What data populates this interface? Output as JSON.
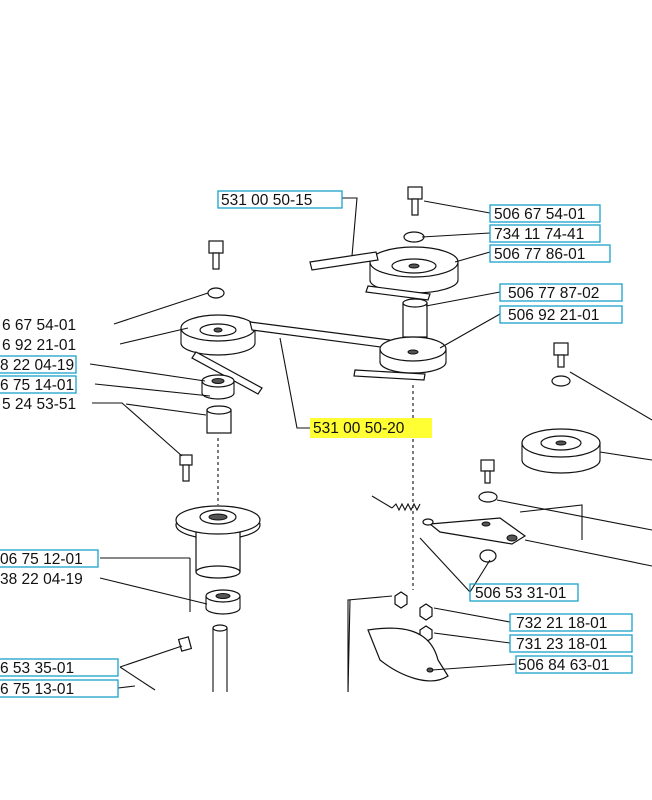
{
  "labels": {
    "p_531_00_50_15": "531 00 50-15",
    "p_506_67_54_01_r": "506 67 54-01",
    "p_734_11_74_41": "734 11 74-41",
    "p_506_77_86_01": "506 77 86-01",
    "p_506_77_87_02": "506 77 87-02",
    "p_506_92_21_01_r": "506 92 21-01",
    "p_6_67_54_01_l": "6 67 54-01",
    "p_6_92_21_01_l": "6 92 21-01",
    "p_8_22_04_19": "8 22 04-19",
    "p_6_75_14_01": "6 75 14-01",
    "p_5_24_53_51": "5 24 53-51",
    "p_531_00_50_20": "531 00 50-20",
    "p_06_75_12_01": "06 75 12-01",
    "p_38_22_04_19": "38 22 04-19",
    "p_506_53_31_01": "506 53 31-01",
    "p_732_21_18_01": "732 21 18-01",
    "p_731_23_18_01": "731 23 18-01",
    "p_506_84_63_01": "506 84 63-01",
    "p_6_53_35_01": "6 53 35-01",
    "p_6_75_13_01": "6 75 13-01"
  },
  "colors": {
    "link_box": "#1aa0c8",
    "highlight": "#ffff33"
  }
}
